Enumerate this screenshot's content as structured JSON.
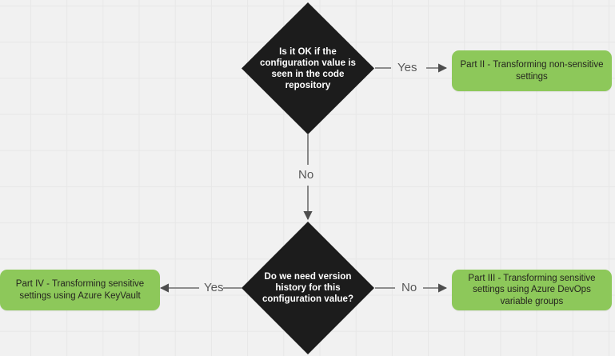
{
  "diagram": {
    "type": "flowchart",
    "background_color": "#f1f1f1",
    "grid": true,
    "decision_fill": "#1c1c1c",
    "decision_text_color": "#ffffff",
    "terminal_fill": "#8dc85a",
    "terminal_text_color": "#25251f",
    "edge_color": "#6e6e6e"
  },
  "nodes": {
    "decision_repo": {
      "label": "Is it OK if the configuration value is seen in the code repository",
      "shape": "diamond"
    },
    "decision_history": {
      "label": "Do we need version history for this configuration value?",
      "shape": "diamond"
    },
    "part2": {
      "label": "Part II - Transforming non-sensitive settings",
      "shape": "rounded-rectangle"
    },
    "part3": {
      "label": "Part III - Transforming sensitive settings using Azure DevOps variable groups",
      "shape": "rounded-rectangle"
    },
    "part4": {
      "label": "Part IV - Transforming sensitive settings using Azure KeyVault",
      "shape": "rounded-rectangle"
    }
  },
  "edges": {
    "repo_yes": {
      "label": "Yes"
    },
    "repo_no": {
      "label": "No"
    },
    "history_yes": {
      "label": "Yes"
    },
    "history_no": {
      "label": "No"
    }
  }
}
